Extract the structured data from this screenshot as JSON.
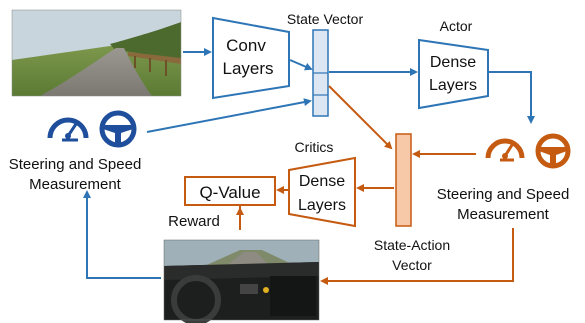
{
  "diagram": {
    "conv": {
      "line1": "Conv",
      "line2": "Layers"
    },
    "state_vector": "State Vector",
    "actor": {
      "title": "Actor",
      "line1": "Dense",
      "line2": "Layers"
    },
    "left_measure": {
      "line1": "Steering and Speed",
      "line2": "Measurement"
    },
    "right_measure": {
      "line1": "Steering and Speed",
      "line2": "Measurement"
    },
    "critics": {
      "title": "Critics",
      "line1": "Dense",
      "line2": "Layers"
    },
    "qvalue": "Q-Value",
    "reward": "Reward",
    "state_action": {
      "line1": "State-Action",
      "line2": "Vector"
    }
  },
  "colors": {
    "blue": "#2e75b6",
    "blue_fill": "#dde7f4",
    "orange": "#c55a11",
    "orange_fill": "#f8c9a8",
    "icon_blue": "#1f4f9c",
    "icon_orange": "#c55a11"
  },
  "icons": [
    "road-photo",
    "speedometer-icon",
    "steering-wheel-icon",
    "cockpit-photo"
  ]
}
